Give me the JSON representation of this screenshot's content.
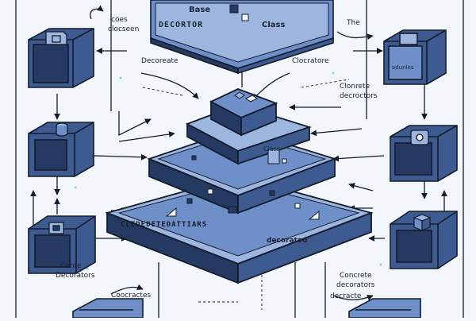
{
  "labels": {
    "base": "Base",
    "class_top": "Class",
    "decortor": "DECORTOR",
    "the": "The",
    "coes": "coes",
    "clocseen": "clocseen",
    "decoreate": "Decoreate",
    "clocratore": "Clocratore",
    "clonrete": "Clonrete",
    "decroctors": "decroctors",
    "class_mid": "Class",
    "cdeed": "CLEDEDETEDATTIARS",
    "decorated": "decorated",
    "conte": "Conte",
    "decorators_left": "Decorators",
    "coocractes": "Coocractes",
    "concrete": "Concrete",
    "decorators_right": "decorators",
    "decracte": "decracte",
    "odunles": "odunles"
  },
  "colors": {
    "ink": "#141c2b",
    "blue_light": "#9db6e0",
    "blue_mid": "#6f8fc9",
    "blue_dark": "#3d5a91",
    "navy": "#253a63",
    "dot": "#8fd3d8"
  },
  "icons": [
    "folder-icon",
    "cylinder-icon",
    "lock-icon",
    "robot-icon",
    "cube-icon"
  ]
}
